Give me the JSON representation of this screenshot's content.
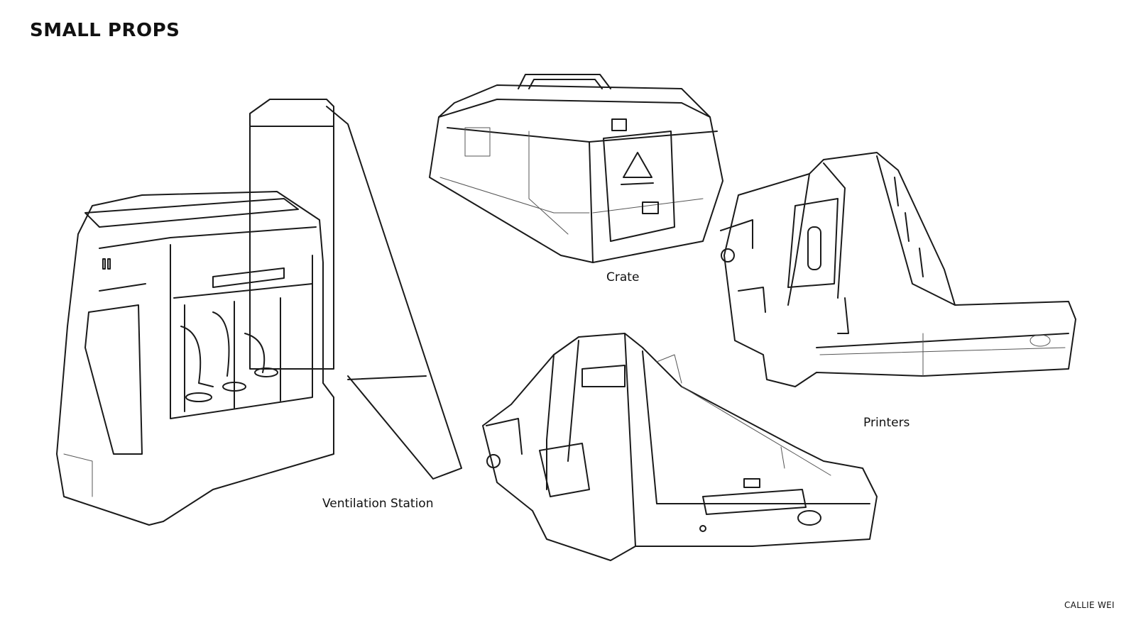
{
  "sheet": {
    "title": "SMALL PROPS",
    "credit": "CALLIE WEI"
  },
  "props": [
    {
      "id": "ventilation-station",
      "label": "Ventilation Station"
    },
    {
      "id": "crate",
      "label": "Crate"
    },
    {
      "id": "printers",
      "label": "Printers"
    }
  ],
  "colors": {
    "background": "#ffffff",
    "ink": "#1a1a1a"
  }
}
